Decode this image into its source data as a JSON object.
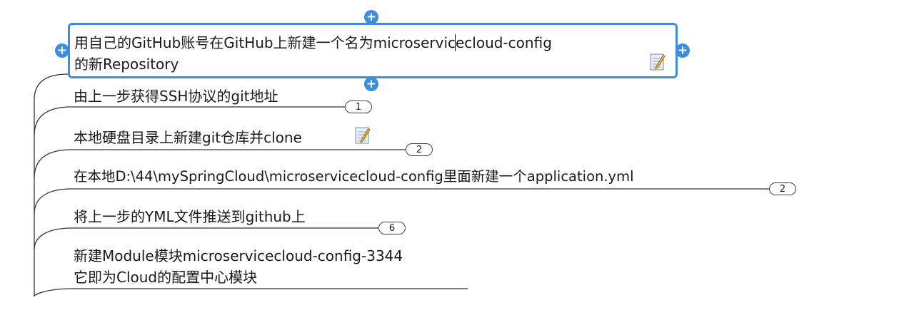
{
  "colors": {
    "selection": "#3b8ede",
    "connector": "#333333",
    "text": "#1a1a1a"
  },
  "selected_topic": {
    "line1": "用自己的GitHub账号在GitHub上新建一个名为microservicecloud-config",
    "line2": "的新Repository",
    "icon": "note-icon"
  },
  "topics": [
    {
      "text": "由上一步获得SSH协议的git地址",
      "badge": "1"
    },
    {
      "text": "本地硬盘目录上新建git仓库并clone",
      "badge": "2",
      "icon": "note-icon"
    },
    {
      "text": "在本地D:\\44\\mySpringCloud\\microservicecloud-config里面新建一个application.yml",
      "badge": "2"
    },
    {
      "text": "将上一步的YML文件推送到github上",
      "badge": "6"
    },
    {
      "line1": "新建Module模块microservicecloud-config-3344",
      "line2": "它即为Cloud的配置中心模块"
    }
  ]
}
